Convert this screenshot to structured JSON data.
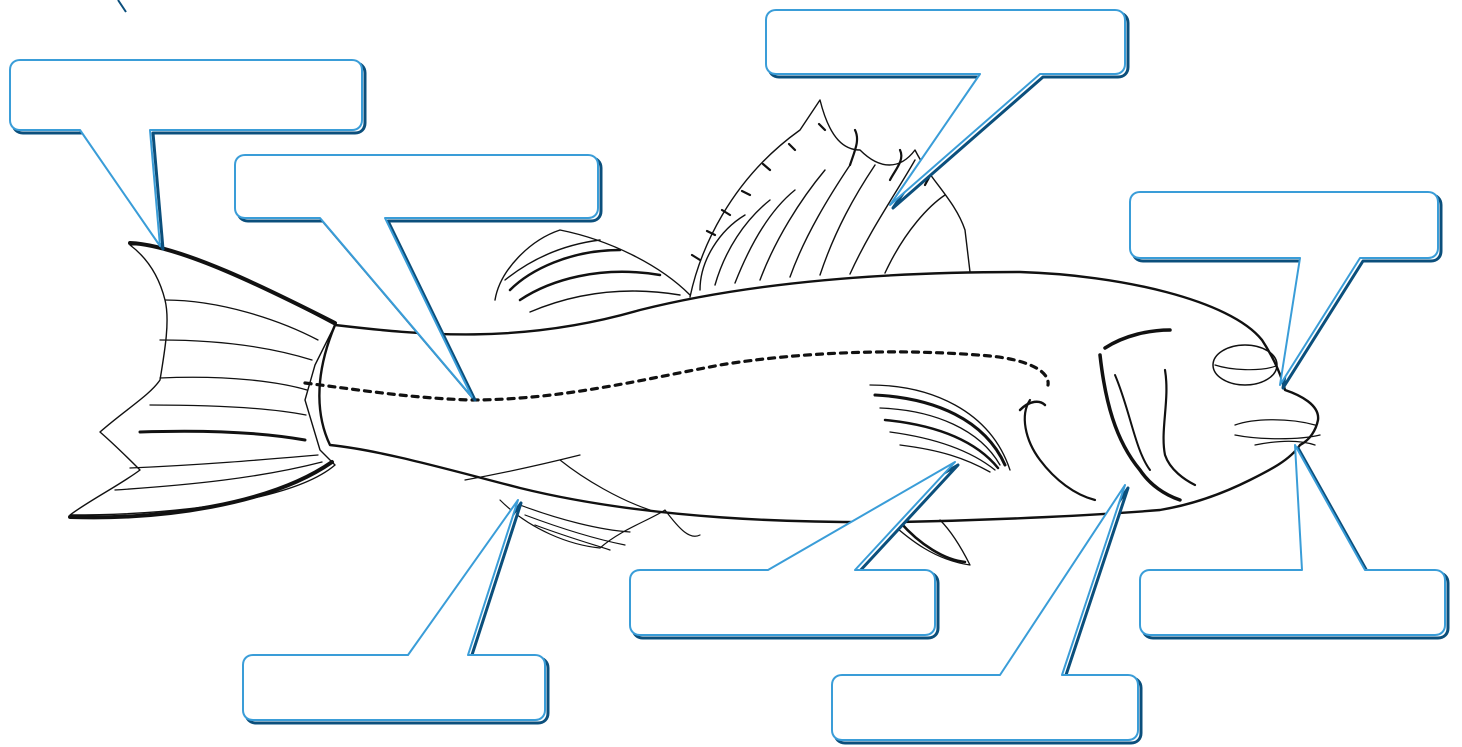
{
  "diagram": {
    "subject": "fish",
    "colors": {
      "callout_stroke": "#3a9dd8",
      "callout_dark": "#0b4f7c",
      "callout_fill": "#ffffff",
      "outline": "#111111"
    },
    "callouts": [
      {
        "id": "caudal-fin",
        "text": ""
      },
      {
        "id": "lateral-line",
        "text": ""
      },
      {
        "id": "dorsal-fin",
        "text": ""
      },
      {
        "id": "eye",
        "text": ""
      },
      {
        "id": "anal-fin",
        "text": ""
      },
      {
        "id": "pectoral-fin",
        "text": ""
      },
      {
        "id": "gill-cover",
        "text": ""
      },
      {
        "id": "mouth",
        "text": ""
      }
    ]
  }
}
